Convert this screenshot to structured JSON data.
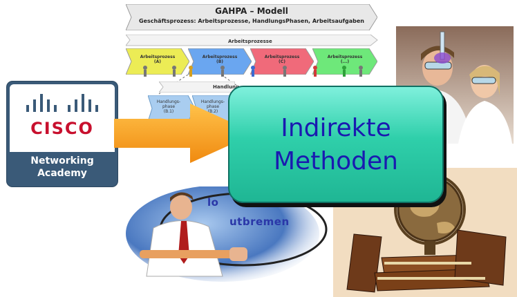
{
  "gahpa": {
    "title": "GAHPA – Modell",
    "subtitle": "Geschäftsprozess: Arbeitsprozesse, HandlungsPhasen, Arbeitsaufgaben",
    "arbeitsprozesse_caption": "Arbeitsprozesse",
    "processes": [
      {
        "line1": "Arbeitsprozess",
        "line2": "(A)",
        "color": "#ecec55"
      },
      {
        "line1": "Arbeitsprozess",
        "line2": "(B)",
        "color": "#6aa6f0"
      },
      {
        "line1": "Arbeitsprozess",
        "line2": "(C)",
        "color": "#f06a7a"
      },
      {
        "line1": "Arbeitsprozess",
        "line2": "(...)",
        "color": "#6ee87a"
      }
    ],
    "handlung_caption": "Handlung",
    "phases": [
      {
        "line1": "Handlungs-",
        "line2": "phase",
        "line3": "(B.1)"
      },
      {
        "line1": "Handlungs-",
        "line2": "phase",
        "line3": "(B.2)"
      }
    ]
  },
  "cisco": {
    "brand": "CISCO",
    "line1": "Networking",
    "line2": "Academy"
  },
  "main": {
    "line1": "Indirekte",
    "line2": "Methoden"
  },
  "man": {
    "text1": "lo",
    "text2": "utbremen"
  },
  "colors": {
    "box_top": "#7ff0dc",
    "box_bottom": "#1fb694",
    "label_text": "#1a1ab0",
    "arrow": "#f59a1e",
    "cisco_blue": "#3a5a78",
    "cisco_red": "#c8102e"
  }
}
